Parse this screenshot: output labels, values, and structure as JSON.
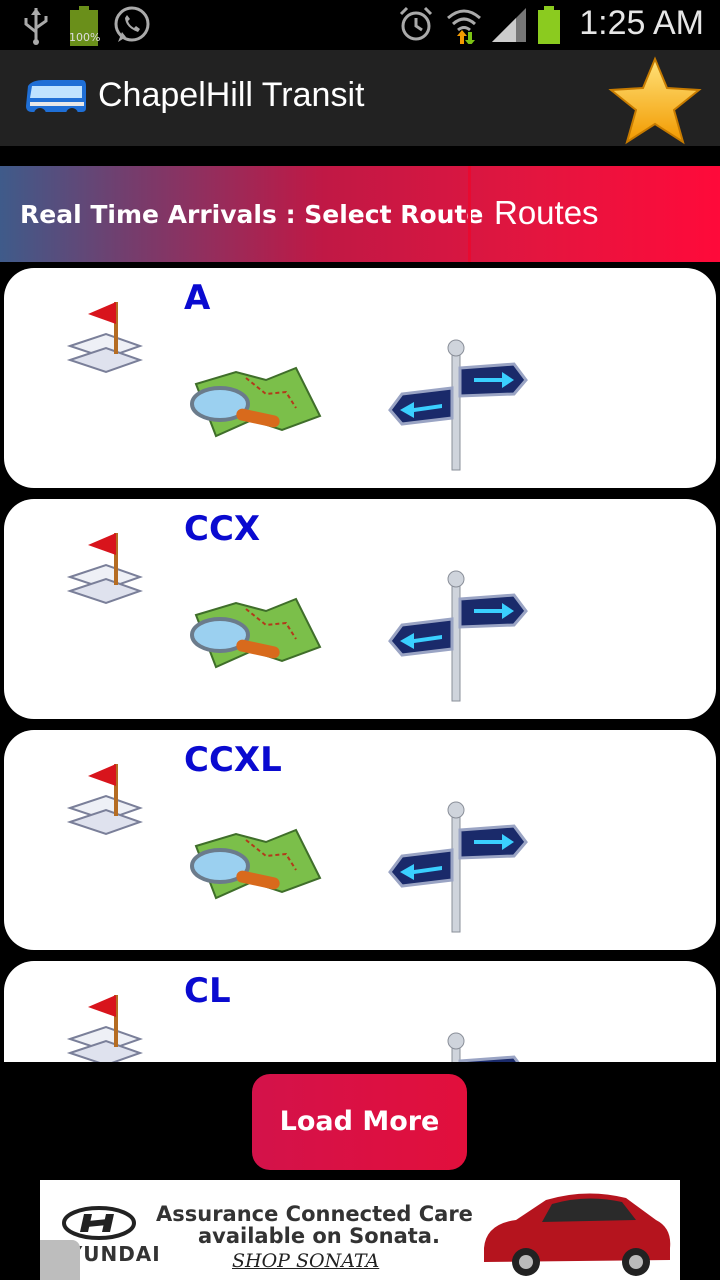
{
  "status_bar": {
    "time": "1:25 AM",
    "battery_label": "100%"
  },
  "app_bar": {
    "title": "ChapelHill Transit"
  },
  "banner": {
    "left_label": "Real Time Arrivals : Select Route",
    "right_label": "Routes"
  },
  "routes": [
    {
      "name": "A"
    },
    {
      "name": "CCX"
    },
    {
      "name": "CCXL"
    },
    {
      "name": "CL"
    }
  ],
  "load_more": {
    "label": "Load More"
  },
  "ad": {
    "brand": "HYUNDAI",
    "line1": "Assurance Connected Care",
    "line2": "available on Sonata.",
    "line3": "SHOP SONATA"
  },
  "colors": {
    "route_name": "#0a0ad0",
    "accent": "#e20f3c",
    "appbar": "#222222"
  }
}
